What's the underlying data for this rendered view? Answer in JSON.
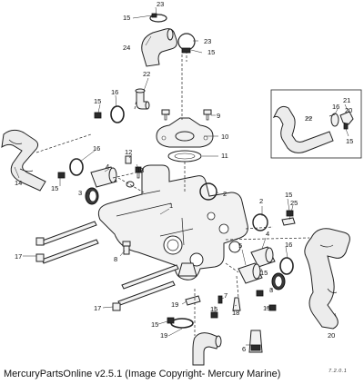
{
  "caption": "MercuryPartsOnline v2.5.1 (Image Copyright- Mercury Marine)",
  "logo_mark": "7.2.0.1",
  "callouts": {
    "c23a": "23",
    "c15a": "15",
    "c24": "24",
    "c23b": "23",
    "c15b": "15",
    "c22a": "22",
    "c16a": "16",
    "c15c": "15",
    "c9": "9",
    "c10": "10",
    "c11": "11",
    "c22b": "22",
    "c21": "21",
    "c16b": "16",
    "c20a": "20",
    "c15d": "15",
    "c14": "14",
    "c16c": "16",
    "c12": "12",
    "c4a": "4",
    "c13": "13",
    "c15e": "15",
    "c3": "3",
    "c2": "2",
    "c1": "1",
    "c7a": "7",
    "c15f": "15",
    "c25": "25",
    "c17a": "17",
    "c8": "8",
    "c4b": "4",
    "c16d": "16",
    "c5": "5",
    "c15g": "15",
    "c3b": "3",
    "c17b": "17",
    "c19a": "19",
    "c15h": "15",
    "c7b": "7",
    "c18": "18",
    "c15i": "15",
    "c15j": "15",
    "c19b": "19",
    "c6": "6",
    "c20b": "20"
  }
}
